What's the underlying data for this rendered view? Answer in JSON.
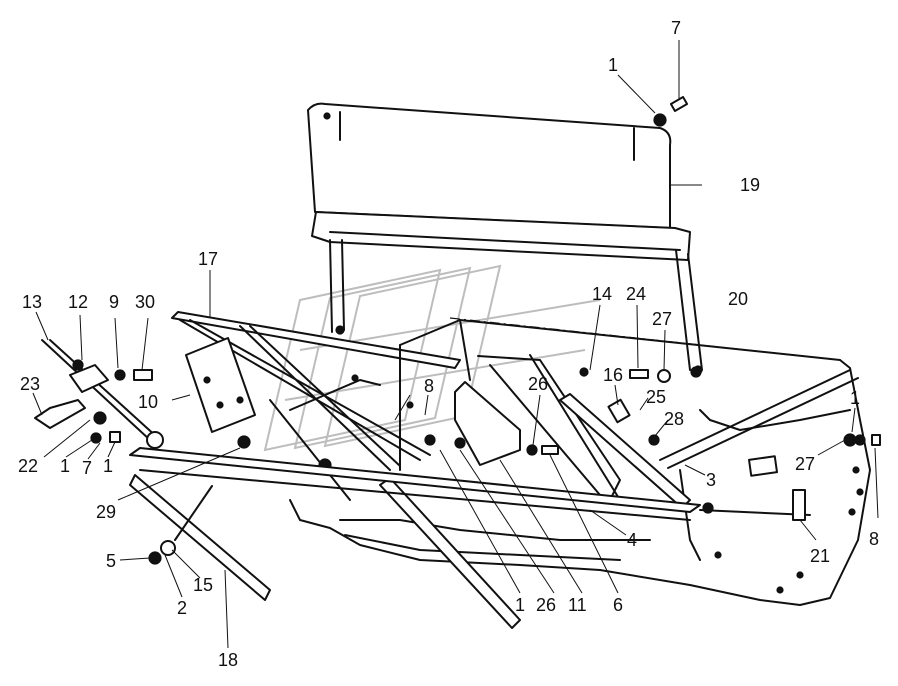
{
  "callouts": [
    {
      "id": "c7a",
      "text": "7"
    },
    {
      "id": "c1a",
      "text": "1"
    },
    {
      "id": "c19",
      "text": "19"
    },
    {
      "id": "c17",
      "text": "17"
    },
    {
      "id": "c20",
      "text": "20"
    },
    {
      "id": "c13",
      "text": "13"
    },
    {
      "id": "c12",
      "text": "12"
    },
    {
      "id": "c9",
      "text": "9"
    },
    {
      "id": "c30",
      "text": "30"
    },
    {
      "id": "c14",
      "text": "14"
    },
    {
      "id": "c24",
      "text": "24"
    },
    {
      "id": "c27a",
      "text": "27"
    },
    {
      "id": "c23",
      "text": "23"
    },
    {
      "id": "c10",
      "text": "10"
    },
    {
      "id": "c8a",
      "text": "8"
    },
    {
      "id": "c26a",
      "text": "26"
    },
    {
      "id": "c16",
      "text": "16"
    },
    {
      "id": "c25",
      "text": "25"
    },
    {
      "id": "c28",
      "text": "28"
    },
    {
      "id": "c1b",
      "text": "1"
    },
    {
      "id": "c22",
      "text": "22"
    },
    {
      "id": "c1c",
      "text": "1"
    },
    {
      "id": "c7b",
      "text": "7"
    },
    {
      "id": "c1d",
      "text": "1"
    },
    {
      "id": "c27b",
      "text": "27"
    },
    {
      "id": "c3",
      "text": "3"
    },
    {
      "id": "c8b",
      "text": "8"
    },
    {
      "id": "c29",
      "text": "29"
    },
    {
      "id": "c4",
      "text": "4"
    },
    {
      "id": "c21",
      "text": "21"
    },
    {
      "id": "c5",
      "text": "5"
    },
    {
      "id": "c15",
      "text": "15"
    },
    {
      "id": "c2",
      "text": "2"
    },
    {
      "id": "c1e",
      "text": "1"
    },
    {
      "id": "c26b",
      "text": "26"
    },
    {
      "id": "c11",
      "text": "11"
    },
    {
      "id": "c6",
      "text": "6"
    },
    {
      "id": "c18",
      "text": "18"
    }
  ]
}
